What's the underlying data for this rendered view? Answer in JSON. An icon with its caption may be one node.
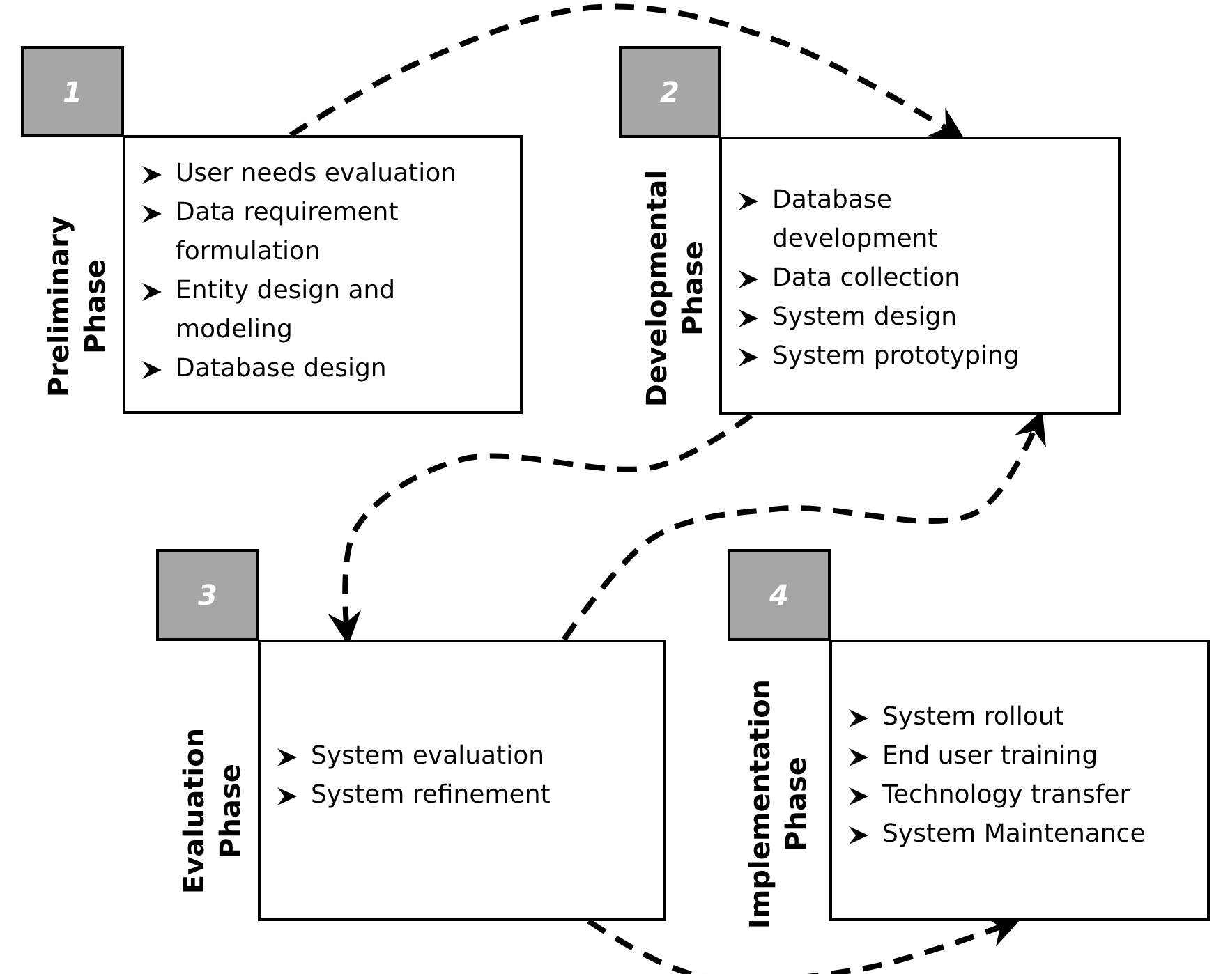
{
  "diagram": {
    "nodes": [
      {
        "text": [
          "1"
        ]
      },
      {
        "text": [
          "User needs evaluation",
          "Data requirement formulation",
          "Entity design and modeling",
          "Database design"
        ],
        "beside": [
          "Preliminary Phase"
        ]
      },
      {
        "text": [
          "2"
        ]
      },
      {
        "text": [
          "Database development",
          "Data collection",
          "System design",
          "System prototyping"
        ],
        "beside": [
          "Developmental Phase"
        ]
      },
      {
        "text": [
          "3"
        ]
      },
      {
        "text": [
          "System evaluation",
          "System refinement"
        ],
        "beside": [
          "Evaluation Phase"
        ]
      },
      {
        "text": [
          "4"
        ]
      },
      {
        "text": [
          "System rollout",
          "End user training",
          "Technology transfer",
          "System Maintenance"
        ],
        "beside": [
          "Implementation Phase"
        ]
      }
    ],
    "edges": [
      {
        "from": 1,
        "to": 3,
        "arrow": "to",
        "style": "dashed"
      },
      {
        "from": 3,
        "to": 5,
        "arrow": "to",
        "style": "dashed"
      },
      {
        "from": 5,
        "to": 3,
        "arrow": "to",
        "style": "dashed"
      },
      {
        "from": 5,
        "to": 7,
        "arrow": "to",
        "style": "dashed"
      }
    ]
  }
}
